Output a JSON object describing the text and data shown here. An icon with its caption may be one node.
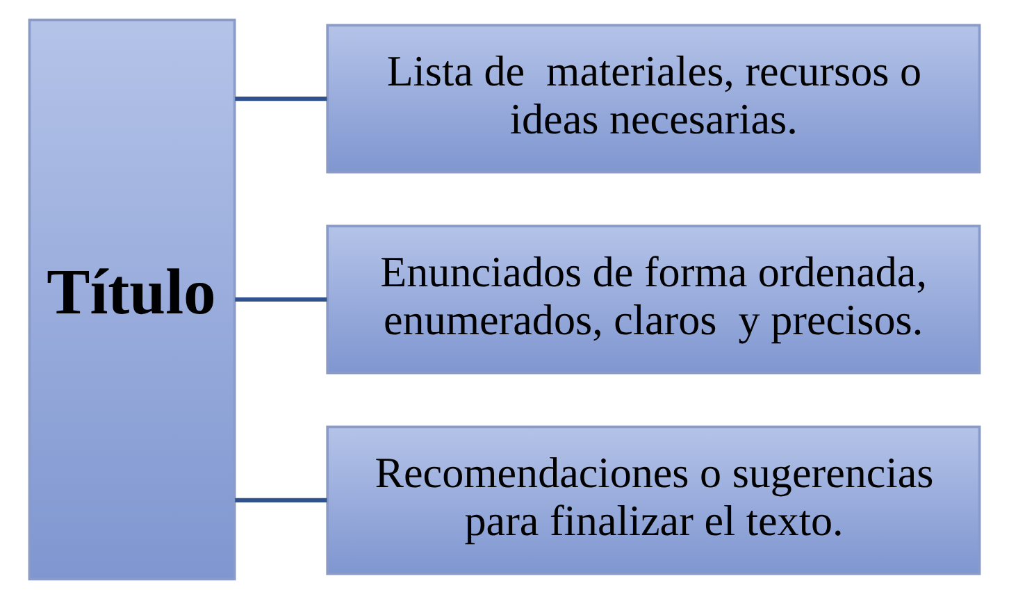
{
  "diagram": {
    "nodes": [
      {
        "text": [
          "Título"
        ]
      },
      {
        "text": [
          "Lista de  materiales, recursos o ideas necesarias."
        ]
      },
      {
        "text": [
          "Enunciados de forma ordenada, enumerados, claros  y precisos."
        ]
      },
      {
        "text": [
          "Recomendaciones o sugerencias para finalizar el texto."
        ]
      }
    ],
    "edges": [
      {
        "from": 0,
        "to": 1,
        "arrow": "none"
      },
      {
        "from": 0,
        "to": 2,
        "arrow": "none"
      },
      {
        "from": 0,
        "to": 3,
        "arrow": "none"
      }
    ]
  }
}
